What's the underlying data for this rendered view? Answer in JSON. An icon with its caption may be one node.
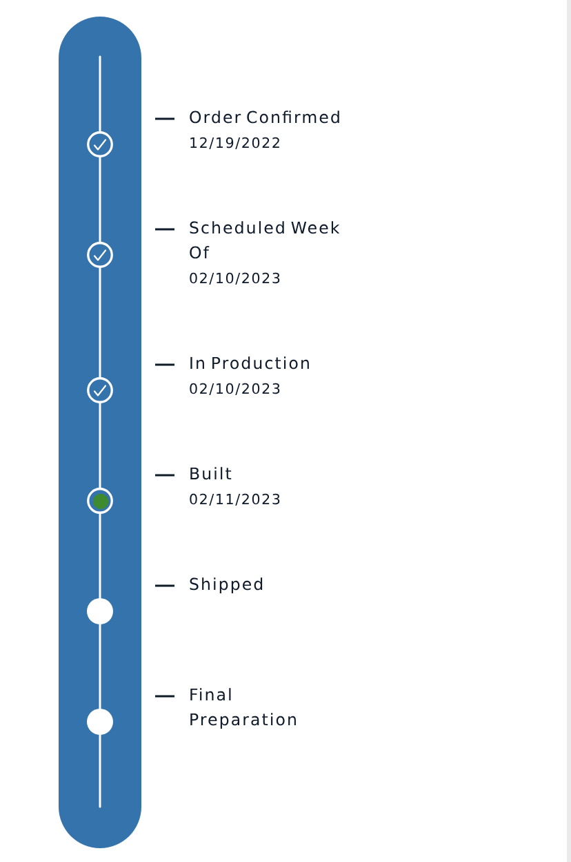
{
  "diagram": {
    "nodes": [
      {
        "text": [],
        "shape": "circle",
        "beside": [
          "Order Confirmed",
          "12/19/2022"
        ]
      },
      {
        "text": [],
        "shape": "circle",
        "beside": [
          "Scheduled Week Of",
          "02/10/2023"
        ]
      },
      {
        "text": [],
        "shape": "circle",
        "beside": [
          "In Production",
          "02/10/2023"
        ]
      },
      {
        "text": [],
        "shape": "circle",
        "beside": [
          "Built",
          "02/11/2023"
        ]
      },
      {
        "text": [],
        "shape": "circle"
      },
      {
        "text": [],
        "shape": "circle"
      }
    ],
    "edges": [
      {
        "from": null,
        "to": 0,
        "arrow": "none"
      },
      {
        "from": 0,
        "to": 1,
        "arrow": "none"
      },
      {
        "from": 1,
        "to": 2,
        "arrow": "none"
      },
      {
        "from": 2,
        "to": 3,
        "arrow": "none"
      },
      {
        "from": 3,
        "to": 4,
        "arrow": "none"
      },
      {
        "from": 4,
        "to": 5,
        "arrow": "none"
      },
      {
        "from": 5,
        "to": null,
        "arrow": "none"
      }
    ],
    "labels": [
      "Shipped",
      "Final Preparation"
    ]
  }
}
